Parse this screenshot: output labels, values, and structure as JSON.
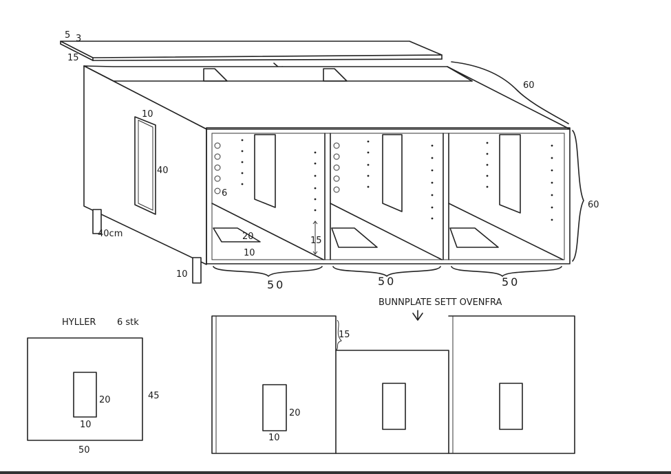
{
  "lid": {
    "label_5": "5",
    "label_3": "3",
    "label_15": "15"
  },
  "cabinet": {
    "depth": "60",
    "height": "60",
    "side_slot_width": "10",
    "side_slot_height": "40",
    "hole_size": "6",
    "leg_height": "40cm",
    "leg_width": "10",
    "floor_slot_length": "20",
    "floor_slot_width": "10",
    "floor_gap": "15",
    "compartment_widths": [
      "50",
      "50",
      "50"
    ]
  },
  "shelf": {
    "title": "HYLLER",
    "count": "6 stk",
    "width": "50",
    "depth": "45",
    "slot_height": "20",
    "slot_width": "10"
  },
  "bottom_plate": {
    "title": "BUNNPLATE SETT OVENFRA",
    "step": "15",
    "slot_height": "20",
    "slot_width": "10"
  }
}
